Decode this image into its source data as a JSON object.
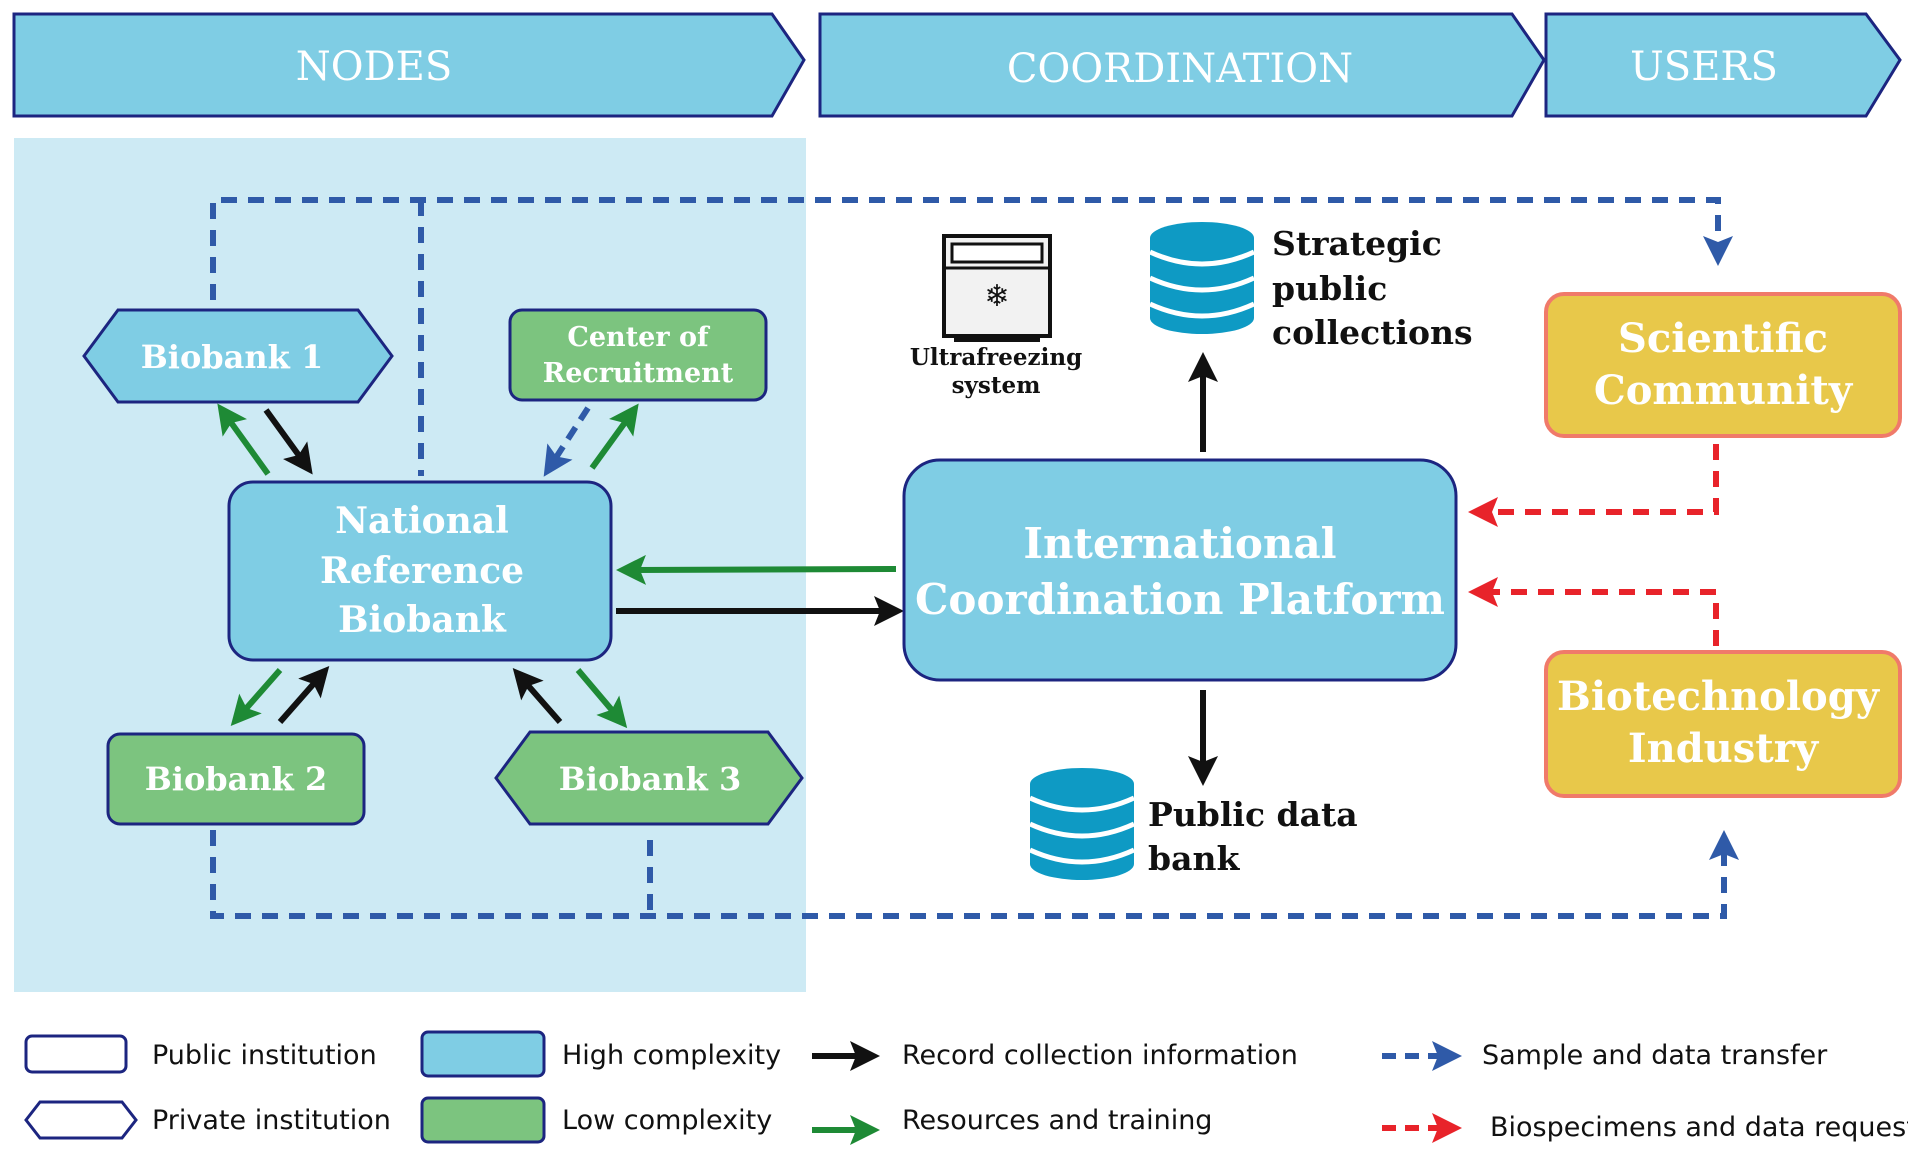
{
  "header": {
    "nodes": "NODES",
    "coordination": "COORDINATION",
    "users": "USERS"
  },
  "nodes": {
    "biobank1": "Biobank 1",
    "center_line1": "Center of",
    "center_line2": "Recruitment",
    "national_line1": "National",
    "national_line2": "Reference",
    "national_line3": "Biobank",
    "biobank2": "Biobank 2",
    "biobank3": "Biobank 3"
  },
  "coordination": {
    "platform_line1": "International",
    "platform_line2": "Coordination Platform",
    "ultra_line1": "Ultrafreezing",
    "ultra_line2": "system",
    "strategic_line1": "Strategic",
    "strategic_line2": "public",
    "strategic_line3": "collections",
    "databank_line1": "Public data",
    "databank_line2": "bank"
  },
  "users": {
    "scientific_line1": "Scientific",
    "scientific_line2": "Community",
    "biotech_line1": "Biotechnology",
    "biotech_line2": "Industry"
  },
  "legend": {
    "public_institution": "Public institution",
    "private_institution": "Private institution",
    "high_complexity": "High complexity",
    "low_complexity": "Low complexity",
    "record_collection": "Record collection information",
    "resources_training": "Resources and training",
    "sample_transfer": "Sample and data transfer",
    "biospecimen_request": "Biospecimens and data request"
  },
  "colors": {
    "header_fill": "#7fcde4",
    "outline": "#1c2580",
    "nodes_panel": "#cdeaf4",
    "high_complexity": "#7fcde4",
    "low_complexity": "#7cc47f",
    "user_fill": "#e8c84a",
    "user_border": "#f07a6a",
    "black_arrow": "#111111",
    "green_arrow": "#1e8a35",
    "blue_dashed": "#2f5aa8",
    "red_dashed": "#e8232a",
    "database": "#0e9ac4"
  },
  "icons": [
    "freezer-icon",
    "database-icon"
  ]
}
